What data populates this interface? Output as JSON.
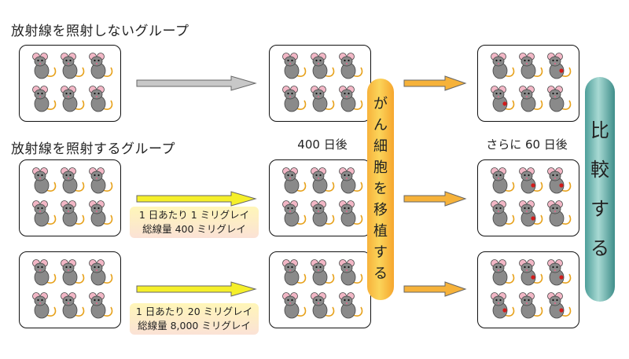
{
  "groups": {
    "no_radiation": "放射線を照射しないグループ",
    "radiation": "放射線を照射するグループ"
  },
  "doses": [
    {
      "per_day": "1 日あたり 1 ミリグレイ",
      "total": "総線量 400 ミリグレイ"
    },
    {
      "per_day": "1 日あたり 20 ミリグレイ",
      "total": "総線量 8,000 ミリグレイ"
    }
  ],
  "time_labels": {
    "after_400": "400 日後",
    "after_60_more": "さらに 60 日後"
  },
  "transplant_chars": [
    "が",
    "ん",
    "細",
    "胞",
    "を",
    "移",
    "植",
    "す",
    "る"
  ],
  "compare_chars": [
    "比",
    "較",
    "す",
    "る"
  ],
  "icons": {
    "mouse": "mouse-icon",
    "arrow": "right-arrow-icon",
    "tumor": "tumor-dot-icon"
  },
  "colors": {
    "arrow_gray": "#c8c8c8",
    "arrow_yellow": "#f5ef2a",
    "arrow_orange": "#f6b23a",
    "tumor_red": "#d11b1b",
    "mouse_gray": "#8a8a8a",
    "transplant_pill": "#f8c04a",
    "compare_pill": "#6fb8b2"
  },
  "boxes": [
    {
      "id": "control-start",
      "tumors": []
    },
    {
      "id": "control-400",
      "tumors": []
    },
    {
      "id": "control-460",
      "tumors": [
        2,
        3
      ]
    },
    {
      "id": "low-start",
      "tumors": []
    },
    {
      "id": "low-400",
      "tumors": []
    },
    {
      "id": "low-460",
      "tumors": [
        1,
        2,
        4
      ]
    },
    {
      "id": "high-start",
      "tumors": []
    },
    {
      "id": "high-400",
      "tumors": []
    },
    {
      "id": "high-460",
      "tumors": [
        1,
        2,
        3,
        5
      ]
    }
  ]
}
